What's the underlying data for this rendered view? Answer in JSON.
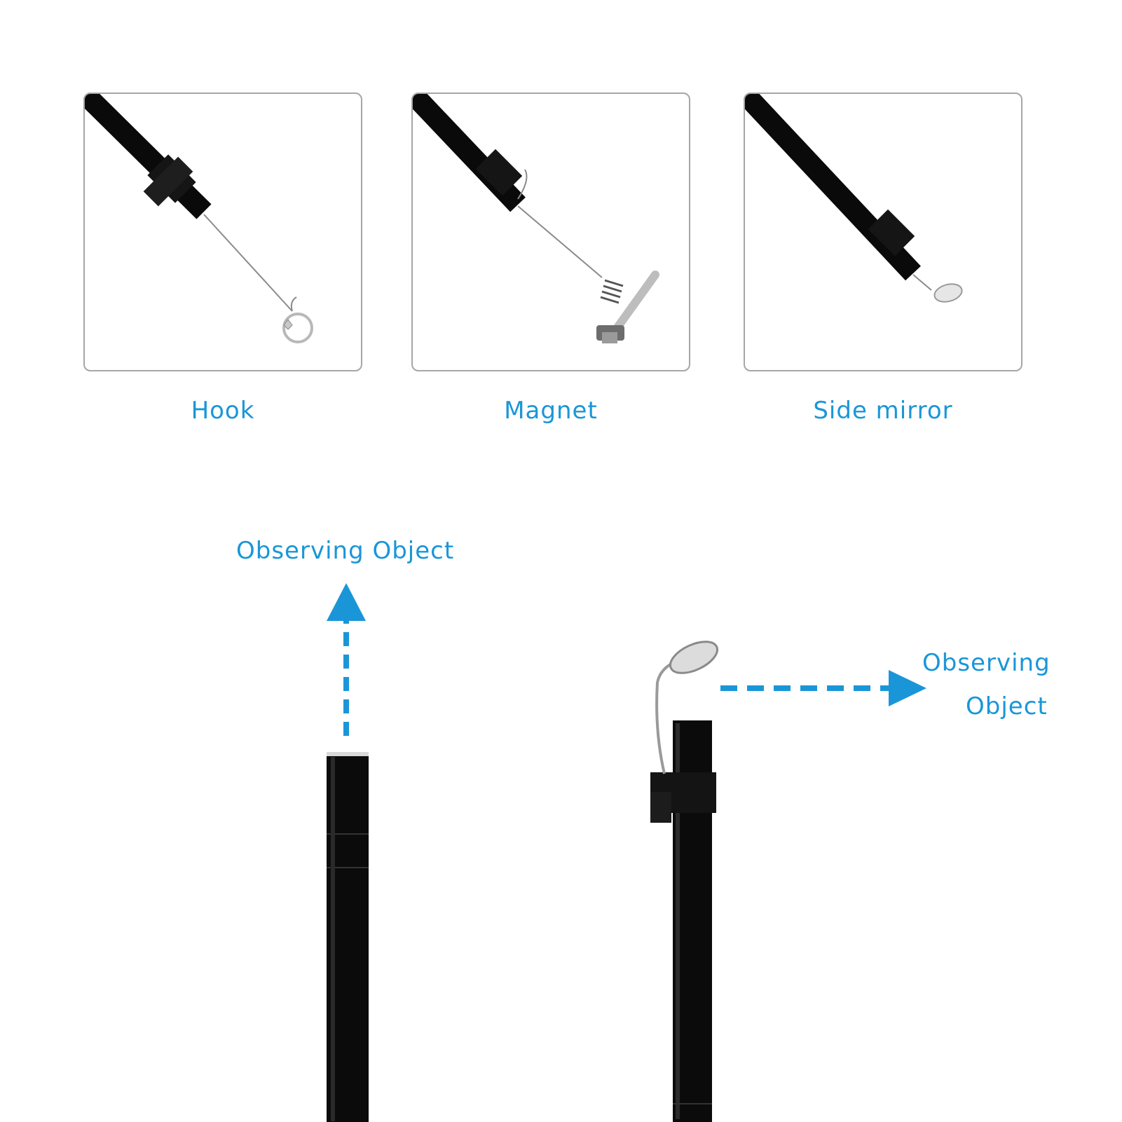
{
  "accessories": [
    {
      "label": "Hook",
      "icon": "hook-icon"
    },
    {
      "label": "Magnet",
      "icon": "magnet-icon"
    },
    {
      "label": "Side mirror",
      "icon": "side-mirror-icon"
    }
  ],
  "views": {
    "straight_label": "Observing Object",
    "side_label_line1": "Observing",
    "side_label_line2": "Object"
  },
  "colors": {
    "accent": "#1a96d8",
    "frame": "#a6a6a6",
    "cable": "#0a0a0a"
  }
}
